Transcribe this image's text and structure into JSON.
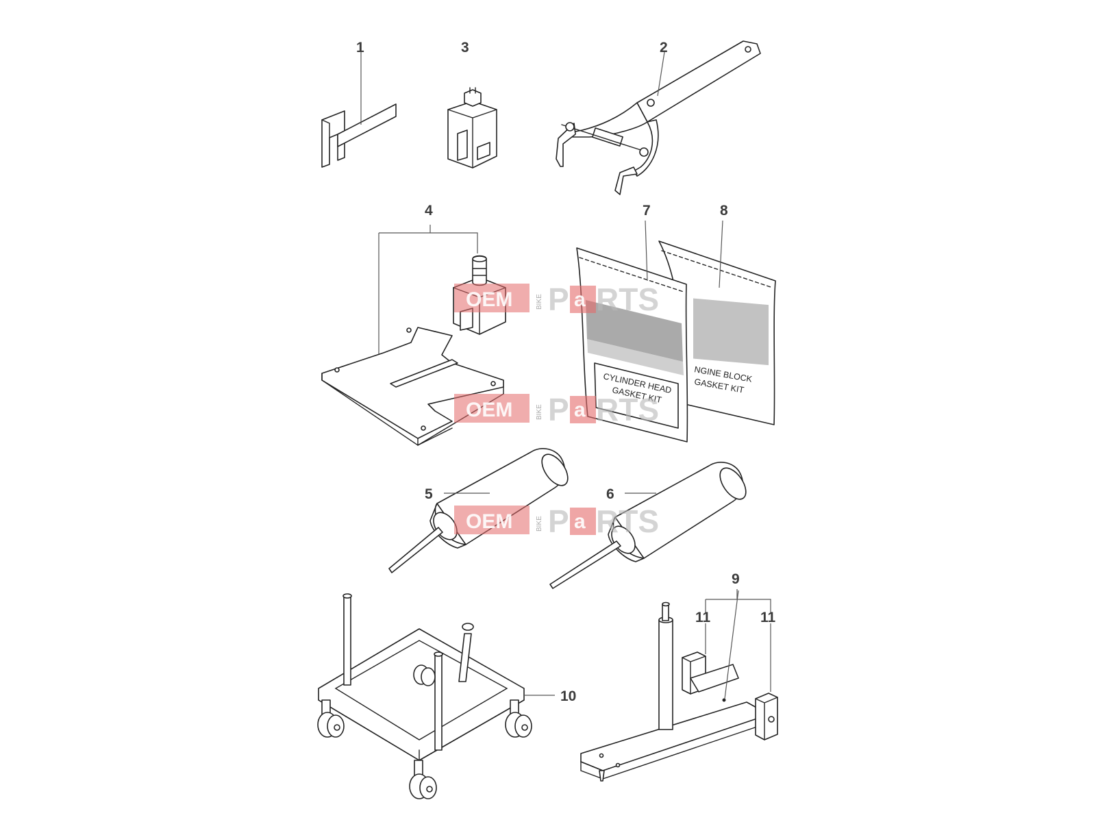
{
  "callouts": {
    "c1": "1",
    "c2": "2",
    "c3": "3",
    "c4": "4",
    "c5": "5",
    "c6": "6",
    "c7": "7",
    "c8": "8",
    "c9": "9",
    "c10": "10",
    "c11a": "11",
    "c11b": "11"
  },
  "bags": {
    "bag7_line1": "CYLINDER HEAD",
    "bag7_line2": "GASKET KIT",
    "bag8_line1": "NGINE BLOCK",
    "bag8_line2": "GASKET KIT"
  },
  "watermark": {
    "brand_left": "OEM",
    "brand_vertical": "BIKE",
    "brand_right_p": "P",
    "brand_right_a": "a",
    "brand_right_rest": "RTS"
  },
  "colors": {
    "line": "#222222",
    "callout": "#3a3a3a",
    "watermark_red": "#e46a6a",
    "watermark_gray": "#b9b9b9"
  }
}
